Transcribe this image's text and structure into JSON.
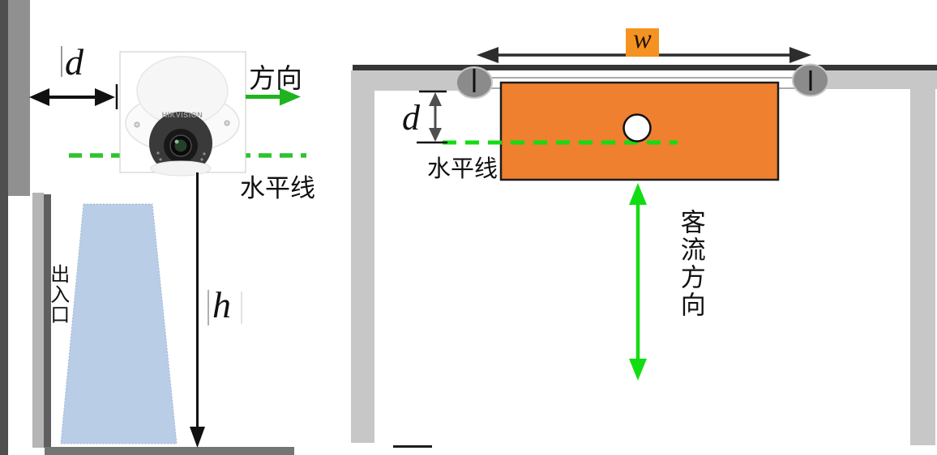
{
  "left_diagram": {
    "distance_label": "d",
    "height_label": "h",
    "direction_label": "方向",
    "horizontal_line_label": "水平线",
    "entrance_label": "出入口",
    "camera_brand": "HIKVISION"
  },
  "right_diagram": {
    "width_label": "w",
    "distance_label": "d",
    "horizontal_line_label": "水平线",
    "flow_direction_label": "客流方向"
  },
  "colors": {
    "green_direction_arrow": "#1fb41f",
    "green_dashed_line": "#2dc42d",
    "green_bright": "#12dd12",
    "orange_door_fill": "#ee8030",
    "orange_label_bg": "#f59322",
    "wall_light_gray": "#c7c7c7",
    "wall_medium_gray": "#909090",
    "wall_dark_gray": "#4f4f4f",
    "beam_dark": "#353535",
    "floor_gray": "#757575",
    "trapezoid_blue": "#b9cde6",
    "mount_circle_gray": "#8b8b8b"
  }
}
